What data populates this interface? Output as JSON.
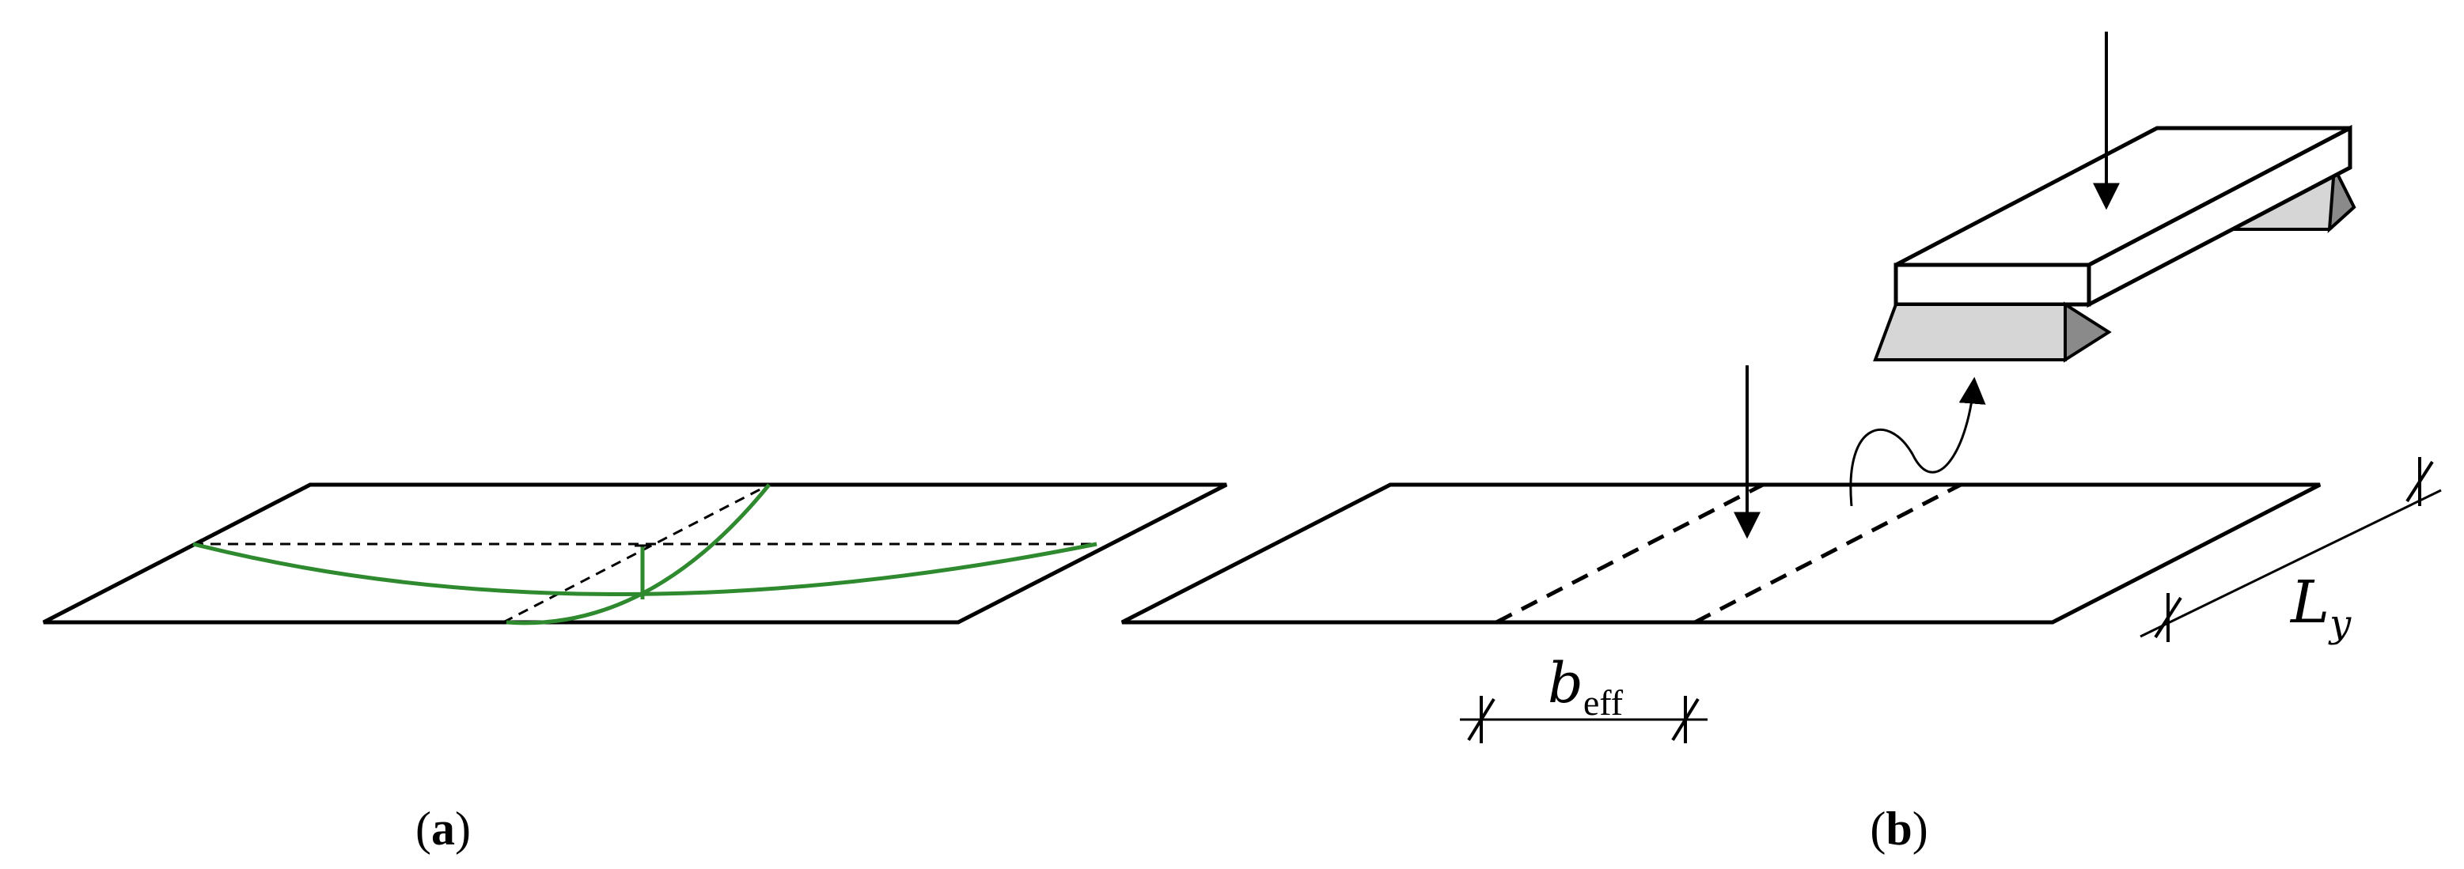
{
  "figure": {
    "panel_a": {
      "label_open": "(",
      "label_letter": "a",
      "label_close": ")"
    },
    "panel_b": {
      "label_open": "(",
      "label_letter": "b",
      "label_close": ")",
      "beff_symbol": "b",
      "beff_subscript": "eff",
      "ly_symbol": "L",
      "ly_subscript": "y"
    },
    "colors": {
      "line": "#000000",
      "deflection_curve": "#2f8a2f",
      "support_fill": "#d6d6d6",
      "support_dark": "#8a8a8a"
    }
  }
}
